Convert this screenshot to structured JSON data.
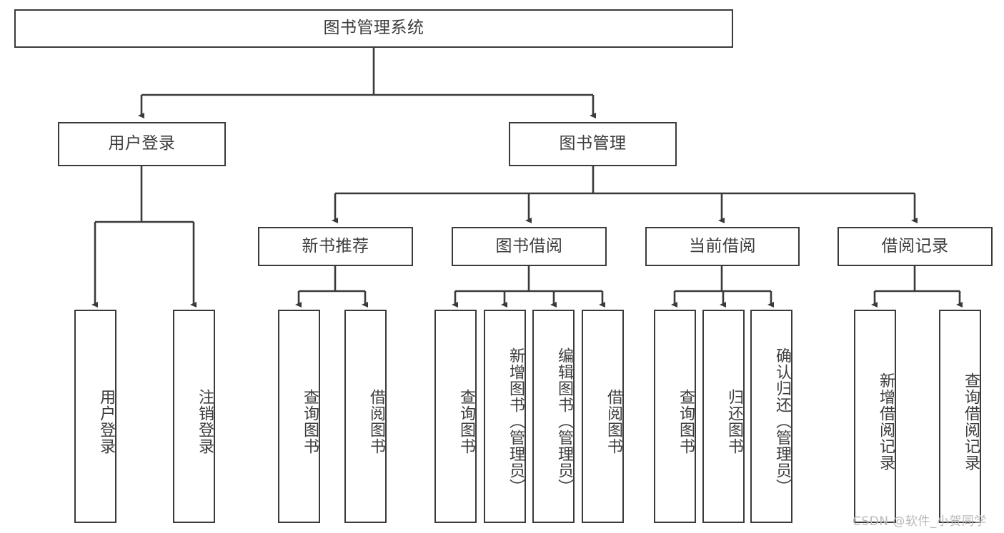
{
  "diagram": {
    "title": "图书管理系统",
    "type": "tree",
    "root": {
      "id": "root",
      "label": "图书管理系统"
    },
    "level2": [
      {
        "id": "user-login",
        "label": "用户登录"
      },
      {
        "id": "book-manage",
        "label": "图书管理"
      }
    ],
    "level3": [
      {
        "id": "new-book-recommend",
        "label": "新书推荐"
      },
      {
        "id": "book-borrow",
        "label": "图书借阅"
      },
      {
        "id": "current-borrow",
        "label": "当前借阅"
      },
      {
        "id": "borrow-record",
        "label": "借阅记录"
      }
    ],
    "leaves": [
      {
        "id": "leaf-user-login",
        "label": "用户登录",
        "parent": "user-login"
      },
      {
        "id": "leaf-user-logout",
        "label": "注销登录",
        "parent": "user-login"
      },
      {
        "id": "leaf-query-book-1",
        "label": "查询图书",
        "parent": "new-book-recommend"
      },
      {
        "id": "leaf-borrow-book-1",
        "label": "借阅图书",
        "parent": "new-book-recommend"
      },
      {
        "id": "leaf-query-book-2",
        "label": "查询图书",
        "parent": "book-borrow"
      },
      {
        "id": "leaf-add-book",
        "label": "新增图书（管理员）",
        "parent": "book-borrow"
      },
      {
        "id": "leaf-edit-book",
        "label": "编辑图书（管理员）",
        "parent": "book-borrow"
      },
      {
        "id": "leaf-borrow-book-2",
        "label": "借阅图书",
        "parent": "book-borrow"
      },
      {
        "id": "leaf-query-book-3",
        "label": "查询图书",
        "parent": "current-borrow"
      },
      {
        "id": "leaf-return-book",
        "label": "归还图书",
        "parent": "current-borrow"
      },
      {
        "id": "leaf-confirm-return",
        "label": "确认归还（管理员）",
        "parent": "current-borrow"
      },
      {
        "id": "leaf-add-record",
        "label": "新增借阅记录",
        "parent": "borrow-record"
      },
      {
        "id": "leaf-query-record",
        "label": "查询借阅记录",
        "parent": "borrow-record"
      }
    ],
    "watermark": "CSDN @软件_小贺同学",
    "colors": {
      "stroke": "#3a3a3a",
      "text": "#3d3d3d",
      "background": "#ffffff",
      "watermark": "#b9b9b9"
    }
  }
}
